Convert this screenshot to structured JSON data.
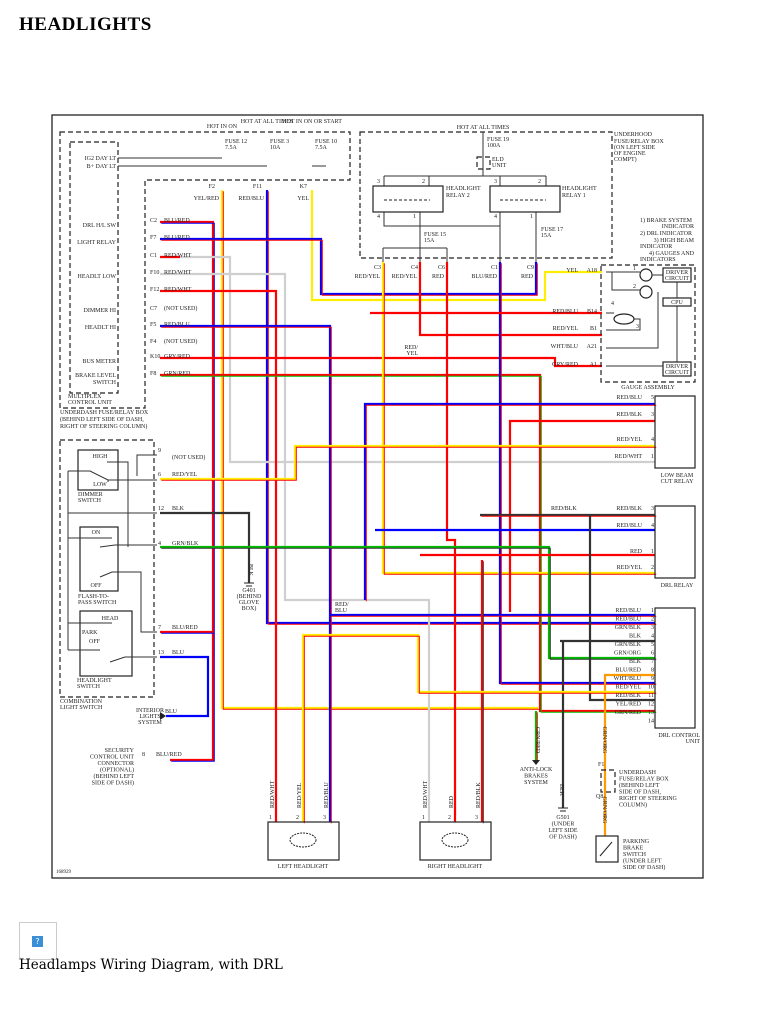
{
  "page": {
    "title": "HEADLIGHTS",
    "caption": "Headlamps Wiring Diagram, with DRL",
    "image_placeholder_icon": "broken-image-icon",
    "diagram_id": "168929"
  },
  "power": {
    "hot_in_on": "HOT IN ON",
    "hot_at_all_times": "HOT AT ALL TIMES",
    "hot_in_on_or_start": "HOT IN ON OR START",
    "hot_at_all_times_underhood": "HOT AT ALL TIMES"
  },
  "fuses": {
    "fuse12": "FUSE 12",
    "fuse12_rating": "7.5A",
    "fuse3": "FUSE 3",
    "fuse3_rating": "10A",
    "fuse10": "FUSE 10",
    "fuse10_rating": "7.5A",
    "fuse19": "FUSE 19",
    "fuse19_rating": "100A",
    "fuse15": "FUSE 15",
    "fuse15_rating": "15A",
    "fuse17": "FUSE 17",
    "fuse17_rating": "15A"
  },
  "multiplex": {
    "ig2": "IG2 DAY LT",
    "bplus": "B+ DAY LT",
    "drl_hl_sw": "DRL H/L SW",
    "light_relay": "LIGHT RELAY",
    "headlt_low": "HEADLT LOW",
    "dimmer_hi": "DIMMER HI",
    "headlt_hi": "HEADLT HI",
    "bus_meter": "BUS METER",
    "brake_level": "BRAKE LEVEL",
    "switch": "SWITCH",
    "unit_1": "MULTIPLEX",
    "unit_2": "CONTROL UNIT",
    "box_1": "UNDERDASH FUSE/RELAY BOX",
    "box_2": "(BEHIND LEFT SIDE OF DASH,",
    "box_3": "RIGHT OF STEERING COLUMN)"
  },
  "left_connectors": [
    {
      "pin": "C2",
      "wire": "BLU/RED"
    },
    {
      "pin": "F7",
      "wire": "BLU/RED"
    },
    {
      "pin": "C1",
      "wire": "RED/WHT"
    },
    {
      "pin": "F10",
      "wire": "RED/WHT"
    },
    {
      "pin": "F12",
      "wire": "RED/WHT"
    },
    {
      "pin": "C7",
      "wire": "(NOT USED)"
    },
    {
      "pin": "F5",
      "wire": "RED/BLU"
    },
    {
      "pin": "F4",
      "wire": "(NOT USED)"
    },
    {
      "pin": "K10",
      "wire": "GRY/RED"
    },
    {
      "pin": "F8",
      "wire": "GRN/RED"
    }
  ],
  "top_connectors": [
    {
      "pin": "F2",
      "wire": "YEL/RED"
    },
    {
      "pin": "F11",
      "wire": "RED/BLU"
    },
    {
      "pin": "K7",
      "wire": "YEL"
    }
  ],
  "underhood": {
    "box_1": "UNDERHOOD",
    "box_2": "FUSE/RELAY BOX",
    "box_3": "(ON LEFT SIDE",
    "box_4": "OF ENGINE",
    "box_5": "COMPT)",
    "eld_1": "ELD",
    "eld_2": "UNIT",
    "relay2_1": "HEADLIGHT",
    "relay2_2": "RELAY 2",
    "relay1_1": "HEADLIGHT",
    "relay1_2": "RELAY 1",
    "pins": [
      "3",
      "2",
      "4",
      "1"
    ],
    "connectors": [
      {
        "pin": "C3",
        "wire": "RED/YEL"
      },
      {
        "pin": "C4",
        "wire": "RED/YEL"
      },
      {
        "pin": "C6",
        "wire": "RED"
      },
      {
        "pin": "C1",
        "wire": "BLU/RED"
      },
      {
        "pin": "C9",
        "wire": "RED"
      }
    ],
    "red_yel_1": "RED/",
    "red_yel_2": "YEL"
  },
  "gauge": {
    "notes": [
      "1) BRAKE SYSTEM",
      "INDICATOR",
      "2) DRL INDICATOR",
      "3) HIGH BEAM",
      "INDICATOR",
      "4) GAUGES AND",
      "INDICATORS"
    ],
    "pins": [
      {
        "pin": "A18",
        "wire": "YEL"
      },
      {
        "pin": "B14",
        "wire": "RED/BLU"
      },
      {
        "pin": "B1",
        "wire": "RED/YEL"
      },
      {
        "pin": "A21",
        "wire": "WHT/BLU"
      },
      {
        "pin": "A1",
        "wire": "GRY/RED"
      }
    ],
    "driver_1": "DRIVER",
    "driver_2": "CIRCUIT",
    "cpu": "CPU",
    "label": "GAUGE ASSEMBLY",
    "idx": [
      "1",
      "2",
      "3",
      "4"
    ]
  },
  "low_beam_relay": {
    "pins": [
      {
        "pin": "5",
        "wire": "RED/BLU"
      },
      {
        "pin": "3",
        "wire": "RED/BLK"
      },
      {
        "pin": "4",
        "wire": "RED/YEL"
      },
      {
        "pin": "1",
        "wire": "RED/WHT"
      }
    ],
    "label_1": "LOW BEAM",
    "label_2": "CUT RELAY"
  },
  "drl_relay": {
    "pins": [
      {
        "pin": "3",
        "wire": "RED/BLK"
      },
      {
        "pin": "4",
        "wire": "RED/BLU"
      },
      {
        "pin": "1",
        "wire": "RED"
      },
      {
        "pin": "2",
        "wire": "RED/YEL"
      }
    ],
    "feed": "RED/BLK",
    "label": "DRL RELAY"
  },
  "drl_unit": {
    "pins": [
      {
        "pin": "1",
        "wire": "RED/BLU"
      },
      {
        "pin": "2",
        "wire": "RED/BLU"
      },
      {
        "pin": "3",
        "wire": "GRN/BLK"
      },
      {
        "pin": "4",
        "wire": "BLK"
      },
      {
        "pin": "5",
        "wire": "GRN/BLK"
      },
      {
        "pin": "6",
        "wire": "GRN/ORG"
      },
      {
        "pin": "7",
        "wire": "BLK"
      },
      {
        "pin": "8",
        "wire": "BLU/RED"
      },
      {
        "pin": "9",
        "wire": "WHT/BLU"
      },
      {
        "pin": "10",
        "wire": "RED/YEL"
      },
      {
        "pin": "11",
        "wire": "RED/BLK"
      },
      {
        "pin": "12",
        "wire": "YEL/RED"
      },
      {
        "pin": "13",
        "wire": "GRN/RED"
      },
      {
        "pin": "14",
        "wire": ""
      }
    ],
    "label_1": "DRL CONTROL",
    "label_2": "UNIT"
  },
  "combo_switch": {
    "high": "HIGH",
    "low": "LOW",
    "dimmer_1": "DIMMER",
    "dimmer_2": "SWITCH",
    "on": "ON",
    "off": "OFF",
    "flash_1": "FLASH-TO-",
    "flash_2": "PASS SWITCH",
    "head": "HEAD",
    "park": "PARK",
    "off2": "OFF",
    "hl_1": "HEADLIGHT",
    "hl_2": "SWITCH",
    "label_1": "COMBINATION",
    "label_2": "LIGHT SWITCH",
    "pins": [
      {
        "pin": "9",
        "wire": "(NOT USED)"
      },
      {
        "pin": "6",
        "wire": "RED/YEL"
      },
      {
        "pin": "12",
        "wire": "BLK"
      },
      {
        "pin": "4",
        "wire": "GRN/BLK"
      },
      {
        "pin": "7",
        "wire": "BLU/RED"
      },
      {
        "pin": "13",
        "wire": "BLU"
      }
    ]
  },
  "misc": {
    "g401_wire": "BLK",
    "g401": "G401",
    "g401_1": "(BEHIND",
    "g401_2": "GLOVE",
    "g401_3": "BOX)",
    "red_blu_1": "RED/",
    "red_blu_2": "BLU",
    "interior_1": "INTERIOR",
    "interior_2": "LIGHTS",
    "interior_3": "SYSTEM",
    "interior_wire": "BLU",
    "security": [
      "SECURITY",
      "CONTROL UNIT",
      "CONNECTOR",
      "(OPTIONAL)",
      "(BEHIND LEFT",
      "SIDE OF DASH)"
    ],
    "security_pin": "8",
    "security_wire": "BLU/RED",
    "abs_wire": "GRN/RED",
    "abs": [
      "ANTI-LOCK",
      "BRAKES",
      "SYSTEM"
    ],
    "g501_wire": "BLK",
    "g501": [
      "G501",
      "(UNDER",
      "LEFT SIDE",
      "OF DASH)"
    ],
    "grn_org": "GRN/ORG",
    "f1": "F1",
    "q8": "Q8",
    "underdash": [
      "UNDERDASH",
      "FUSE/RELAY BOX",
      "(BEHIND LEFT",
      "SIDE OF DASH,",
      "RIGHT OF STEERING",
      "COLUMN)"
    ],
    "parking": [
      "PARKING",
      "BRAKE",
      "SWITCH",
      "(UNDER LEFT",
      "SIDE OF DASH)"
    ]
  },
  "headlights": {
    "left": {
      "label": "LEFT HEADLIGHT",
      "wires": [
        "RED/WHT",
        "RED/YEL",
        "RED/BLU"
      ],
      "pins": [
        "1",
        "2",
        "3"
      ]
    },
    "right": {
      "label": "RIGHT HEADLIGHT",
      "wires": [
        "RED/WHT",
        "RED",
        "RED/BLK"
      ],
      "pins": [
        "1",
        "2",
        "3"
      ]
    }
  },
  "wire_colors": {
    "RED": "#ff0000",
    "YEL": "#ffee00",
    "BLU": "#0000ff",
    "WHT": "#cfcfcf",
    "GRN": "#00bb00",
    "BLK": "#333333",
    "ORG": "#ff9900",
    "GRY": "#888888"
  }
}
